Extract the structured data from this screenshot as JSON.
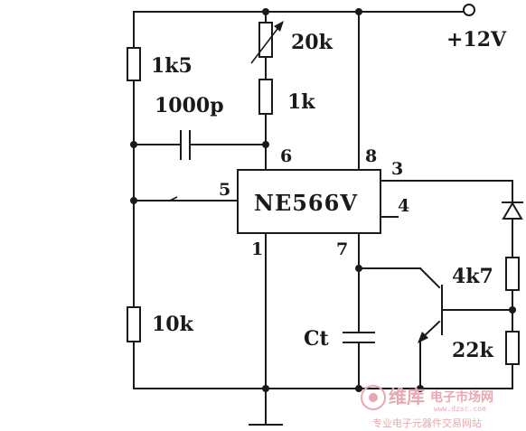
{
  "supply": {
    "label": "+12V"
  },
  "ic": {
    "name": "NE566V",
    "pins": {
      "p1": "1",
      "p3": "3",
      "p4": "4",
      "p5": "5",
      "p6": "6",
      "p7": "7",
      "p8": "8"
    }
  },
  "components": {
    "r_1k5": "1k5",
    "r_20k": "20k",
    "r_1k": "1k",
    "c_1000p": "1000p",
    "r_10k": "10k",
    "c_t": "Ct",
    "r_4k7": "4k7",
    "r_22k": "22k"
  },
  "watermark": {
    "brand": "维库",
    "brand_sub": "电子市场网",
    "url": "www.dzsc.com",
    "tagline": "专业电子元器件交易网站"
  }
}
